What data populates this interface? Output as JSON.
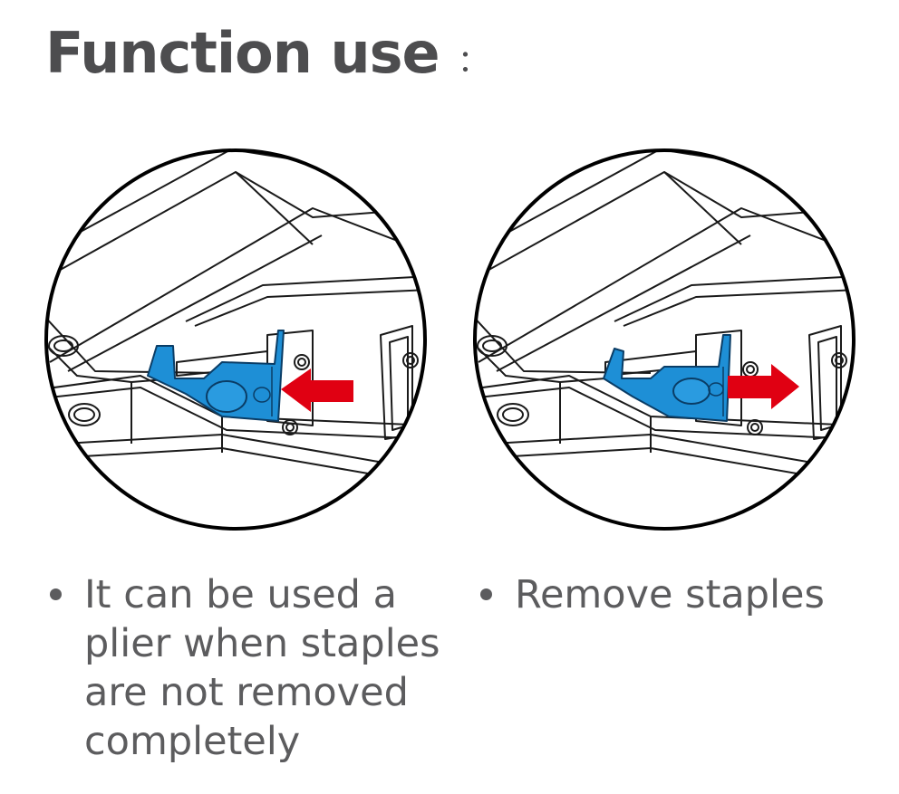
{
  "header": {
    "title": "Function use",
    "colon": "："
  },
  "colors": {
    "part": "#1e8fd6",
    "arrow": "#e00012",
    "outline": "#1a1a1a",
    "text": "#5c5c5e"
  },
  "panels": [
    {
      "name": "plier-mode",
      "arrow_direction": "left",
      "caption": "It can be used a plier when staples are not removed completely"
    },
    {
      "name": "remove-mode",
      "arrow_direction": "right",
      "caption": "Remove staples"
    }
  ]
}
